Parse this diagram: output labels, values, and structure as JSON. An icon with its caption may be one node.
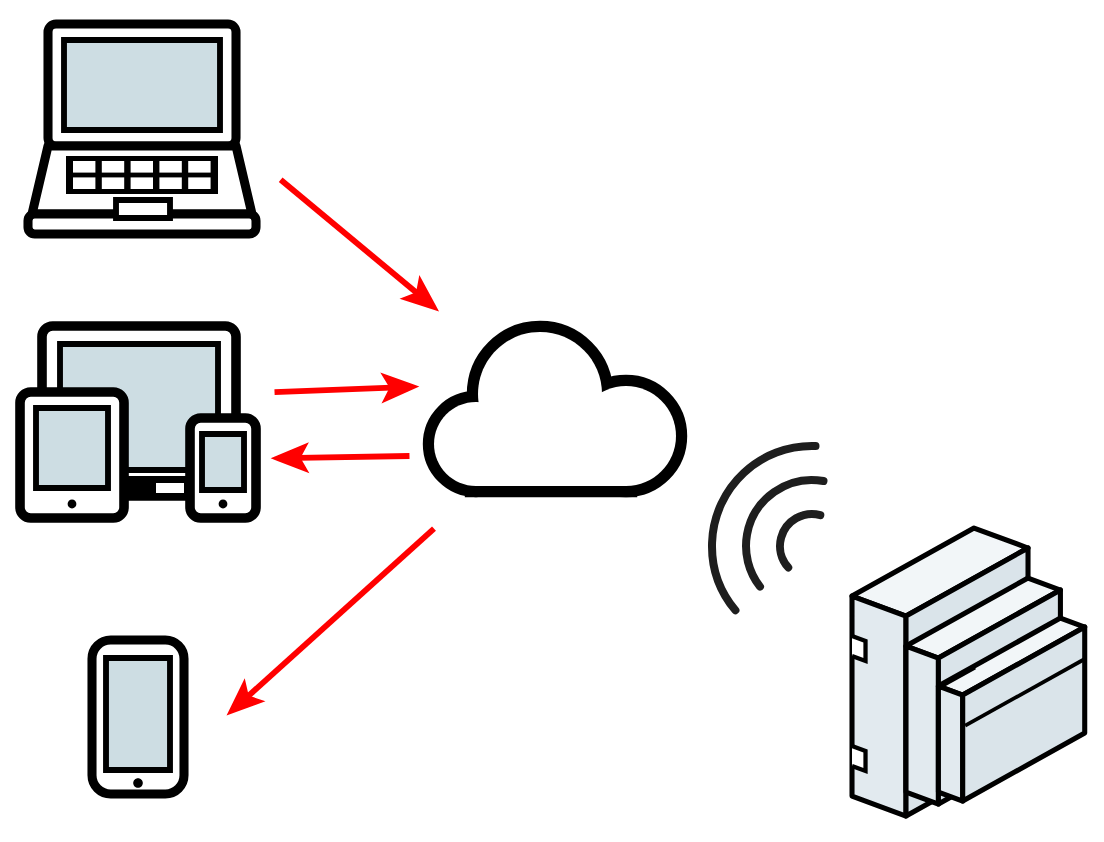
{
  "diagram": {
    "nodes": [
      {
        "text": [],
        "shape": "picture"
      },
      {
        "text": [],
        "shape": "picture"
      },
      {
        "text": [],
        "shape": "picture"
      },
      {
        "text": [],
        "shape": "cloud"
      },
      {
        "text": [],
        "shape": "picture"
      }
    ],
    "edges": [
      {
        "from": 0,
        "to": 3,
        "arrow": "to"
      },
      {
        "from": 1,
        "to": 3,
        "arrow": "to"
      },
      {
        "from": 3,
        "to": 1,
        "arrow": "to"
      },
      {
        "from": 3,
        "to": 2,
        "arrow": "to"
      }
    ]
  }
}
